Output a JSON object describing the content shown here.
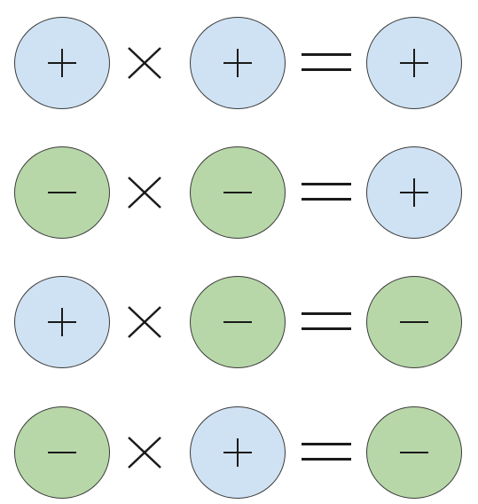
{
  "colors": {
    "positive": "#cfe2f3",
    "negative": "#b7d7a8",
    "stroke": "#3a3a3a",
    "symbol": "#1a1a1a"
  },
  "rows": [
    {
      "a": "positive",
      "b": "positive",
      "result": "positive"
    },
    {
      "a": "negative",
      "b": "negative",
      "result": "positive"
    },
    {
      "a": "positive",
      "b": "negative",
      "result": "negative"
    },
    {
      "a": "negative",
      "b": "positive",
      "result": "negative"
    }
  ]
}
